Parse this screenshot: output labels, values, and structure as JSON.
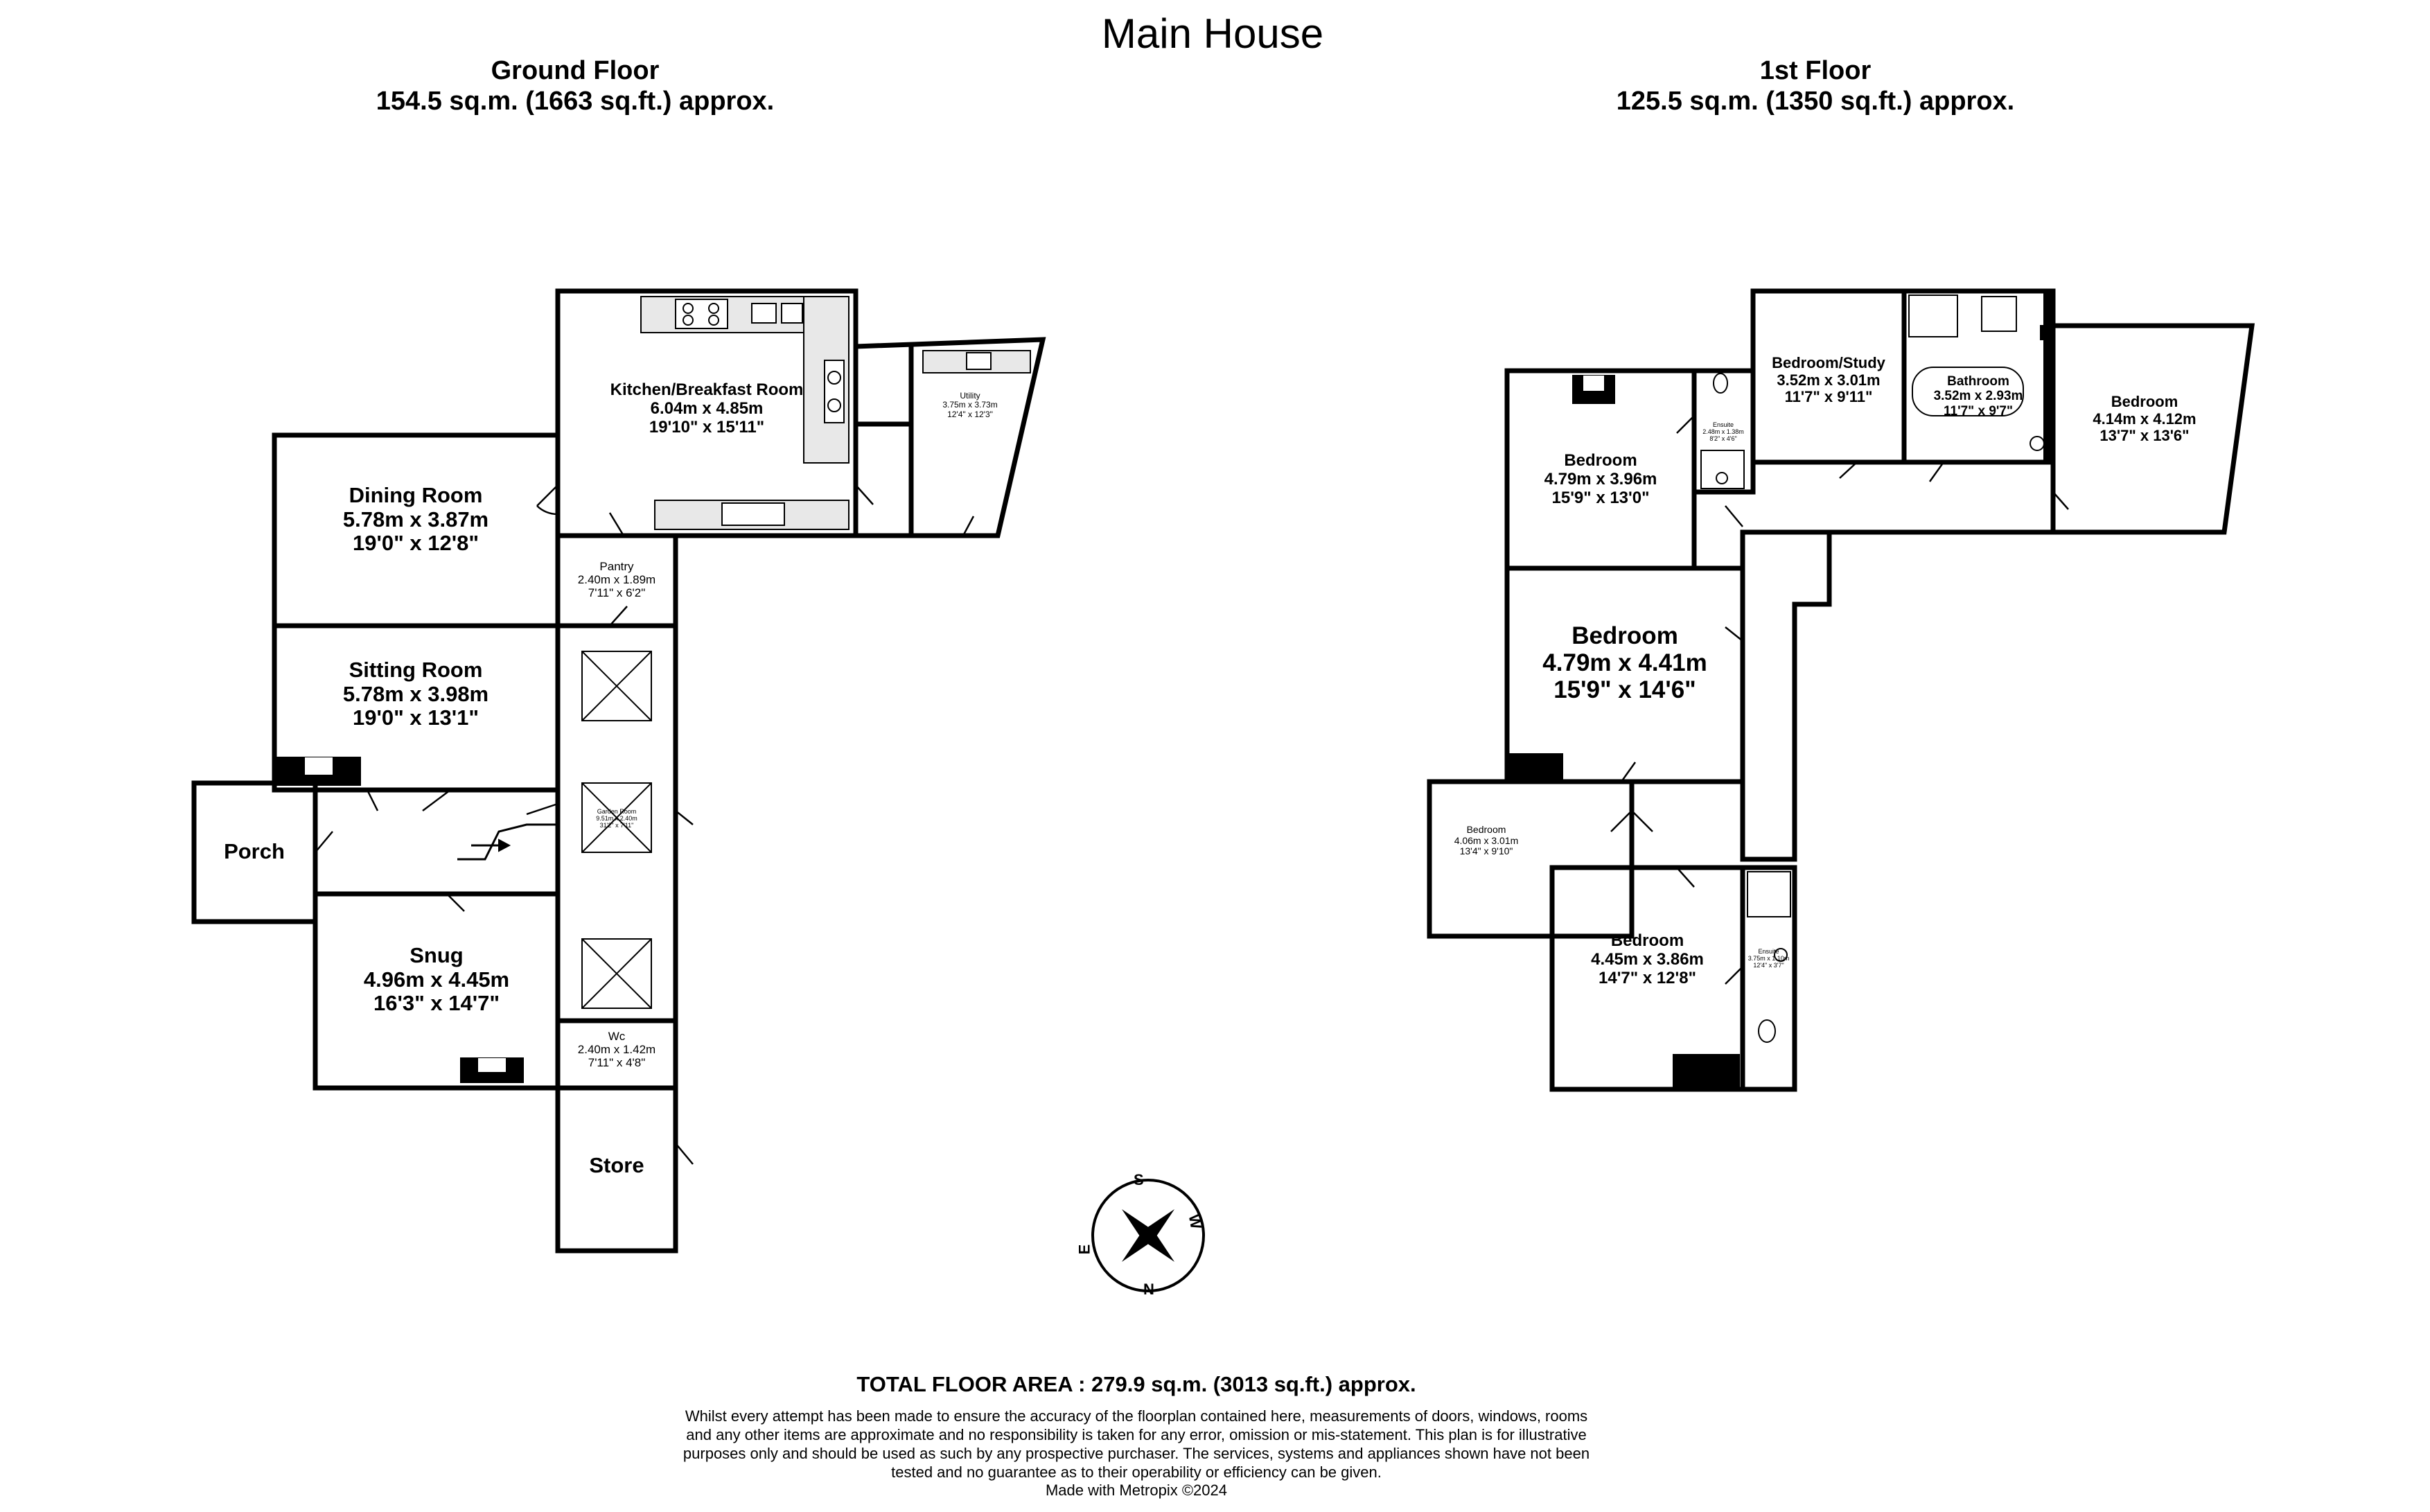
{
  "title": "Main House",
  "floors": {
    "ground": {
      "name": "Ground Floor",
      "area": "154.5 sq.m. (1663 sq.ft.) approx."
    },
    "first": {
      "name": "1st Floor",
      "area": "125.5 sq.m. (1350 sq.ft.) approx."
    }
  },
  "rooms": {
    "kitchen": {
      "name": "Kitchen/Breakfast Room",
      "metric": "6.04m x 4.85m",
      "imperial": "19'10\" x 15'11\""
    },
    "utility": {
      "name": "Utility",
      "metric": "3.75m x 3.73m",
      "imperial": "12'4\" x 12'3\""
    },
    "dining": {
      "name": "Dining Room",
      "metric": "5.78m x 3.87m",
      "imperial": "19'0\" x 12'8\""
    },
    "pantry": {
      "name": "Pantry",
      "metric": "2.40m x 1.89m",
      "imperial": "7'11\" x 6'2\""
    },
    "sitting": {
      "name": "Sitting Room",
      "metric": "5.78m x 3.98m",
      "imperial": "19'0\" x 13'1\""
    },
    "garden": {
      "name": "Garden Room",
      "metric": "9.51m x 2.40m",
      "imperial": "31'2\" x 7'11\""
    },
    "porch": {
      "name": "Porch"
    },
    "snug": {
      "name": "Snug",
      "metric": "4.96m x 4.45m",
      "imperial": "16'3\" x 14'7\""
    },
    "wc": {
      "name": "Wc",
      "metric": "2.40m x 1.42m",
      "imperial": "7'11\" x 4'8\""
    },
    "store": {
      "name": "Store"
    },
    "bed1": {
      "name": "Bedroom",
      "metric": "4.79m x 3.96m",
      "imperial": "15'9\" x 13'0\""
    },
    "ensuite1": {
      "name": "Ensuite",
      "metric": "2.48m x 1.38m",
      "imperial": "8'2\" x 4'6\""
    },
    "study": {
      "name": "Bedroom/Study",
      "metric": "3.52m x 3.01m",
      "imperial": "11'7\" x 9'11\""
    },
    "bathroom": {
      "name": "Bathroom",
      "metric": "3.52m x 2.93m",
      "imperial": "11'7\" x 9'7\""
    },
    "bed2": {
      "name": "Bedroom",
      "metric": "4.14m x 4.12m",
      "imperial": "13'7\" x 13'6\""
    },
    "bed3": {
      "name": "Bedroom",
      "metric": "4.79m x 4.41m",
      "imperial": "15'9\" x 14'6\""
    },
    "bed4": {
      "name": "Bedroom",
      "metric": "4.06m x 3.01m",
      "imperial": "13'4\" x 9'10\""
    },
    "bed5": {
      "name": "Bedroom",
      "metric": "4.45m x 3.86m",
      "imperial": "14'7\" x 12'8\""
    },
    "ensuite2": {
      "name": "Ensuite",
      "metric": "3.75m x 1.10m",
      "imperial": "12'4\" x 3'7\""
    }
  },
  "compass": {
    "s": "S",
    "w": "W",
    "n": "N",
    "e": "E"
  },
  "footer": {
    "total": "TOTAL FLOOR AREA : 279.9 sq.m. (3013 sq.ft.) approx.",
    "disclaimer": "Whilst every attempt has been made to ensure the accuracy of the floorplan contained here, measurements of doors, windows, rooms and any other items are approximate and no responsibility is taken for any error, omission or mis-statement. This plan is for illustrative purposes only and should be used as such by any prospective purchaser. The services, systems and appliances shown have not been tested and no guarantee as to their operability or efficiency can be given.",
    "made_with": "Made with Metropix ©2024"
  },
  "colors": {
    "walls": "#000000",
    "worktop": "#e8e8e8"
  }
}
